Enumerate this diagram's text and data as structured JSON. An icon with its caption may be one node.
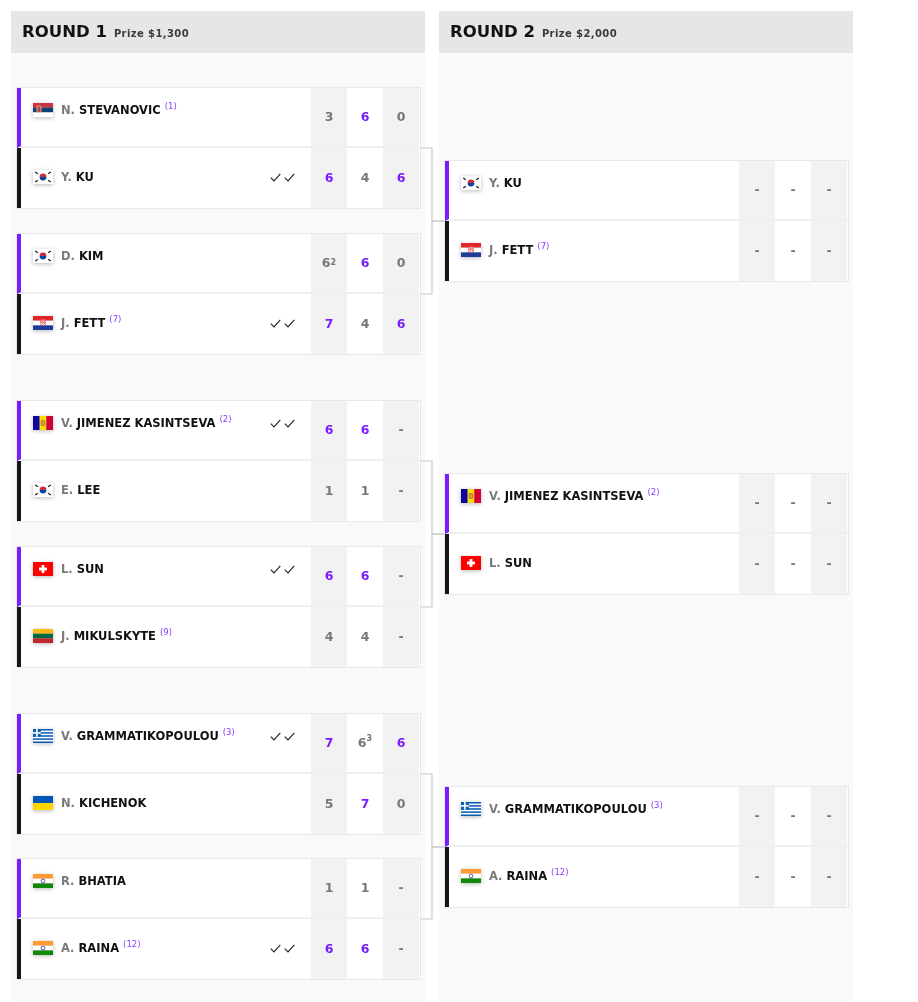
{
  "diagram": {
    "nodes": [
      {
        "text": [
          "ROUND 1",
          "Prize $1,300"
        ]
      },
      {
        "text": [],
        "shape": "box",
        "in": 0
      },
      {
        "text": [
          "N. STEVANOVIC",
          "(1)",
          "3",
          "6",
          "0"
        ],
        "in": 1
      },
      {
        "text": [
          "Y. KU",
          "6",
          "4",
          "6"
        ],
        "in": 1
      },
      {
        "text": [],
        "shape": "box",
        "in": 0
      },
      {
        "text": [
          "D. KIM",
          "6$^{2}$",
          "6",
          "0"
        ],
        "in": 4
      },
      {
        "text": [
          "J. FETT",
          "(7)",
          "7",
          "4",
          "6"
        ],
        "in": 4
      },
      {
        "text": [],
        "shape": "box",
        "in": 0
      },
      {
        "text": [
          "V. JIMENEZ KASINTSEVA",
          "(2)",
          "6",
          "6",
          "-"
        ],
        "in": 7
      },
      {
        "text": [
          "E. LEE",
          "1",
          "1",
          "-"
        ],
        "in": 7
      },
      {
        "text": [],
        "shape": "box",
        "in": 0
      },
      {
        "text": [
          "L. SUN",
          "6",
          "6",
          "-"
        ],
        "in": 10
      },
      {
        "text": [
          "J. MIKULSKYTE",
          "(9)",
          "4",
          "4",
          "-"
        ],
        "in": 10
      },
      {
        "text": [],
        "shape": "box",
        "in": 0
      },
      {
        "text": [
          "V. GRAMMATIKOPOULOU",
          "(3)",
          "7",
          "6$^{3}$",
          "6"
        ],
        "in": 13
      },
      {
        "text": [
          "N. KICHENOK",
          "5",
          "7",
          "0"
        ],
        "in": 13
      },
      {
        "text": [],
        "shape": "box",
        "in": 0
      },
      {
        "text": [
          "R. BHATIA",
          "1",
          "1",
          "-"
        ],
        "in": 16
      },
      {
        "text": [
          "A. RAINA",
          "(12)",
          "6",
          "6",
          "-"
        ],
        "in": 16
      },
      {
        "text": [
          "ROUND 2",
          "Prize $2,000"
        ]
      },
      {
        "text": [],
        "shape": "box",
        "in": 19
      },
      {
        "text": [
          "Y. KU",
          "-",
          "-",
          "-"
        ],
        "in": 20
      },
      {
        "text": [
          "J. FETT",
          "(7)",
          "-",
          "-",
          "-"
        ],
        "in": 20
      },
      {
        "text": [],
        "shape": "box",
        "in": 19
      },
      {
        "text": [
          "V. JIMENEZ KASINTSEVA",
          "(2)",
          "-",
          "-",
          "-"
        ],
        "in": 23
      },
      {
        "text": [
          "L. SUN",
          "-",
          "-",
          "-"
        ],
        "in": 23
      },
      {
        "text": [],
        "shape": "box",
        "in": 19
      },
      {
        "text": [
          "V. GRAMMATIKOPOULOU",
          "(3)",
          "-",
          "-",
          "-"
        ],
        "in": 26
      },
      {
        "text": [
          "A. RAINA",
          "(12)",
          "-",
          "-",
          "-"
        ],
        "in": 26
      }
    ],
    "edges": [
      {
        "from": 1,
        "to": 20,
        "arrow": "none"
      },
      {
        "from": 4,
        "to": 20,
        "arrow": "none"
      },
      {
        "from": 7,
        "to": 23,
        "arrow": "none"
      },
      {
        "from": 10,
        "to": 23,
        "arrow": "none"
      },
      {
        "from": 13,
        "to": 26,
        "arrow": "none"
      },
      {
        "from": 16,
        "to": 26,
        "arrow": "none"
      }
    ]
  }
}
